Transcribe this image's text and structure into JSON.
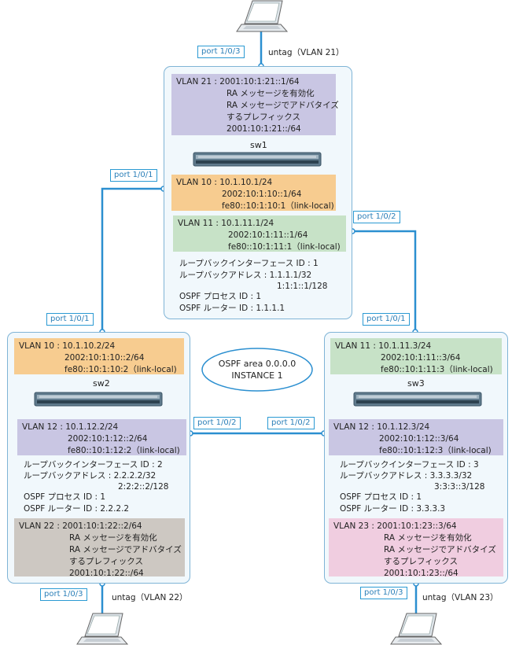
{
  "area": {
    "line1": "OSPF area 0.0.0.0",
    "line2": "INSTANCE 1"
  },
  "sw1": {
    "name": "sw1",
    "vlan21": [
      "VLAN 21 : 2001:10:1:21::1/64",
      "RA メッセージを有効化",
      "RA メッセージでアドバタイズ",
      "するプレフィックス",
      "2001:10:1:21::/64"
    ],
    "vlan10": [
      "VLAN 10 : 10.1.10.1/24",
      "2002:10:1:10::1/64",
      "fe80::10:1:10:1（link-local)"
    ],
    "vlan11": [
      "VLAN 11 : 10.1.11.1/24",
      "2002:10:1:11::1/64",
      "fe80::10:1:11:1（link-local)"
    ],
    "info": [
      "ループバックインターフェース ID : 1",
      "ループバックアドレス : 1.1.1.1/32",
      "1:1:1::1/128",
      "OSPF プロセス ID : 1",
      "OSPF ルーター ID : 1.1.1.1"
    ]
  },
  "sw2": {
    "name": "sw2",
    "vlan10": [
      "VLAN 10 : 10.1.10.2/24",
      "2002:10:1:10::2/64",
      "fe80::10:1:10:2（link-local)"
    ],
    "vlan12": [
      "VLAN 12 : 10.1.12.2/24",
      "2002:10:1:12::2/64",
      "fe80::10:1:12:2（link-local)"
    ],
    "info": [
      "ループバックインターフェース ID : 2",
      "ループバックアドレス : 2.2.2.2/32",
      "2:2:2::2/128",
      "OSPF プロセス ID : 1",
      "OSPF ルーター ID : 2.2.2.2"
    ],
    "vlan22": [
      "VLAN 22 : 2001:10:1:22::2/64",
      "RA メッセージを有効化",
      "RA メッセージでアドバタイズ",
      "するプレフィックス",
      "2001:10:1:22::/64"
    ]
  },
  "sw3": {
    "name": "sw3",
    "vlan11": [
      "VLAN 11 : 10.1.11.3/24",
      "2002:10:1:11::3/64",
      "fe80::10:1:11:3（link-local)"
    ],
    "vlan12": [
      "VLAN 12 : 10.1.12.3/24",
      "2002:10:1:12::3/64",
      "fe80::10:1:12:3（link-local)"
    ],
    "info": [
      "ループバックインターフェース ID : 3",
      "ループバックアドレス : 3.3.3.3/32",
      "3:3:3::3/128",
      "OSPF プロセス ID : 1",
      "OSPF ルーター ID : 3.3.3.3"
    ],
    "vlan23": [
      "VLAN 23 : 2001:10:1:23::3/64",
      "RA メッセージを有効化",
      "RA メッセージでアドバタイズ",
      "するプレフィックス",
      "2001:10:1:23::/64"
    ]
  },
  "ports": {
    "sw1_p3": "port 1/0/3",
    "sw1_p1": "port 1/0/1",
    "sw1_p2": "port 1/0/2",
    "sw2_p1": "port 1/0/1",
    "sw2_p2": "port 1/0/2",
    "sw2_p3": "port 1/0/3",
    "sw3_p1": "port 1/0/1",
    "sw3_p2": "port 1/0/2",
    "sw3_p3": "port 1/0/3"
  },
  "untag": {
    "top": "untag（VLAN 21）",
    "left": "untag（VLAN 22）",
    "right": "untag（VLAN 23）"
  },
  "colors": {
    "line": "#2b8fd0",
    "switchBorder": "#7fb4d6",
    "purple": "#c9c6e3",
    "orange": "#f7cc90",
    "green": "#c7e2c7",
    "gray": "#cdc8c2",
    "pink": "#f0cde0"
  }
}
